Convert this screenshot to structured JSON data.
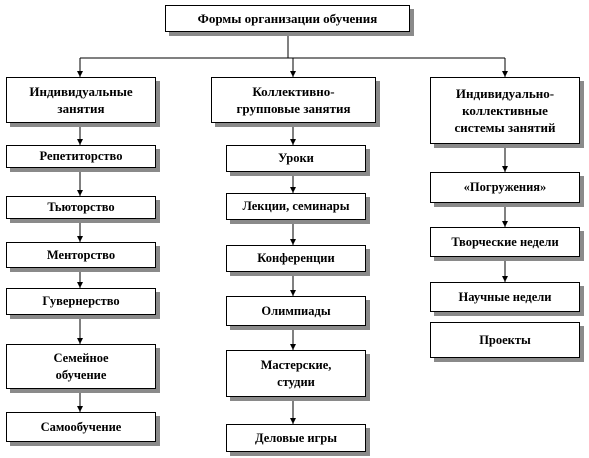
{
  "root": "Формы организации обучения",
  "columns": [
    {
      "header": [
        "Индивидуальные",
        "занятия"
      ],
      "items": [
        "Репетиторство",
        "Тьюторство",
        "Менторство",
        "Гувернерство",
        [
          "Семейное",
          "обучение"
        ],
        "Самообучение"
      ]
    },
    {
      "header": [
        "Коллективно-",
        "групповые занятия"
      ],
      "items": [
        "Уроки",
        "Лекции, семинары",
        "Конференции",
        "Олимпиады",
        [
          "Мастерские,",
          "студии"
        ],
        "Деловые игры"
      ]
    },
    {
      "header": [
        "Индивидуально-",
        "коллективные",
        "системы занятий"
      ],
      "items": [
        "«Погружения»",
        "Творческие недели",
        "Научные недели",
        "Проекты"
      ]
    }
  ]
}
